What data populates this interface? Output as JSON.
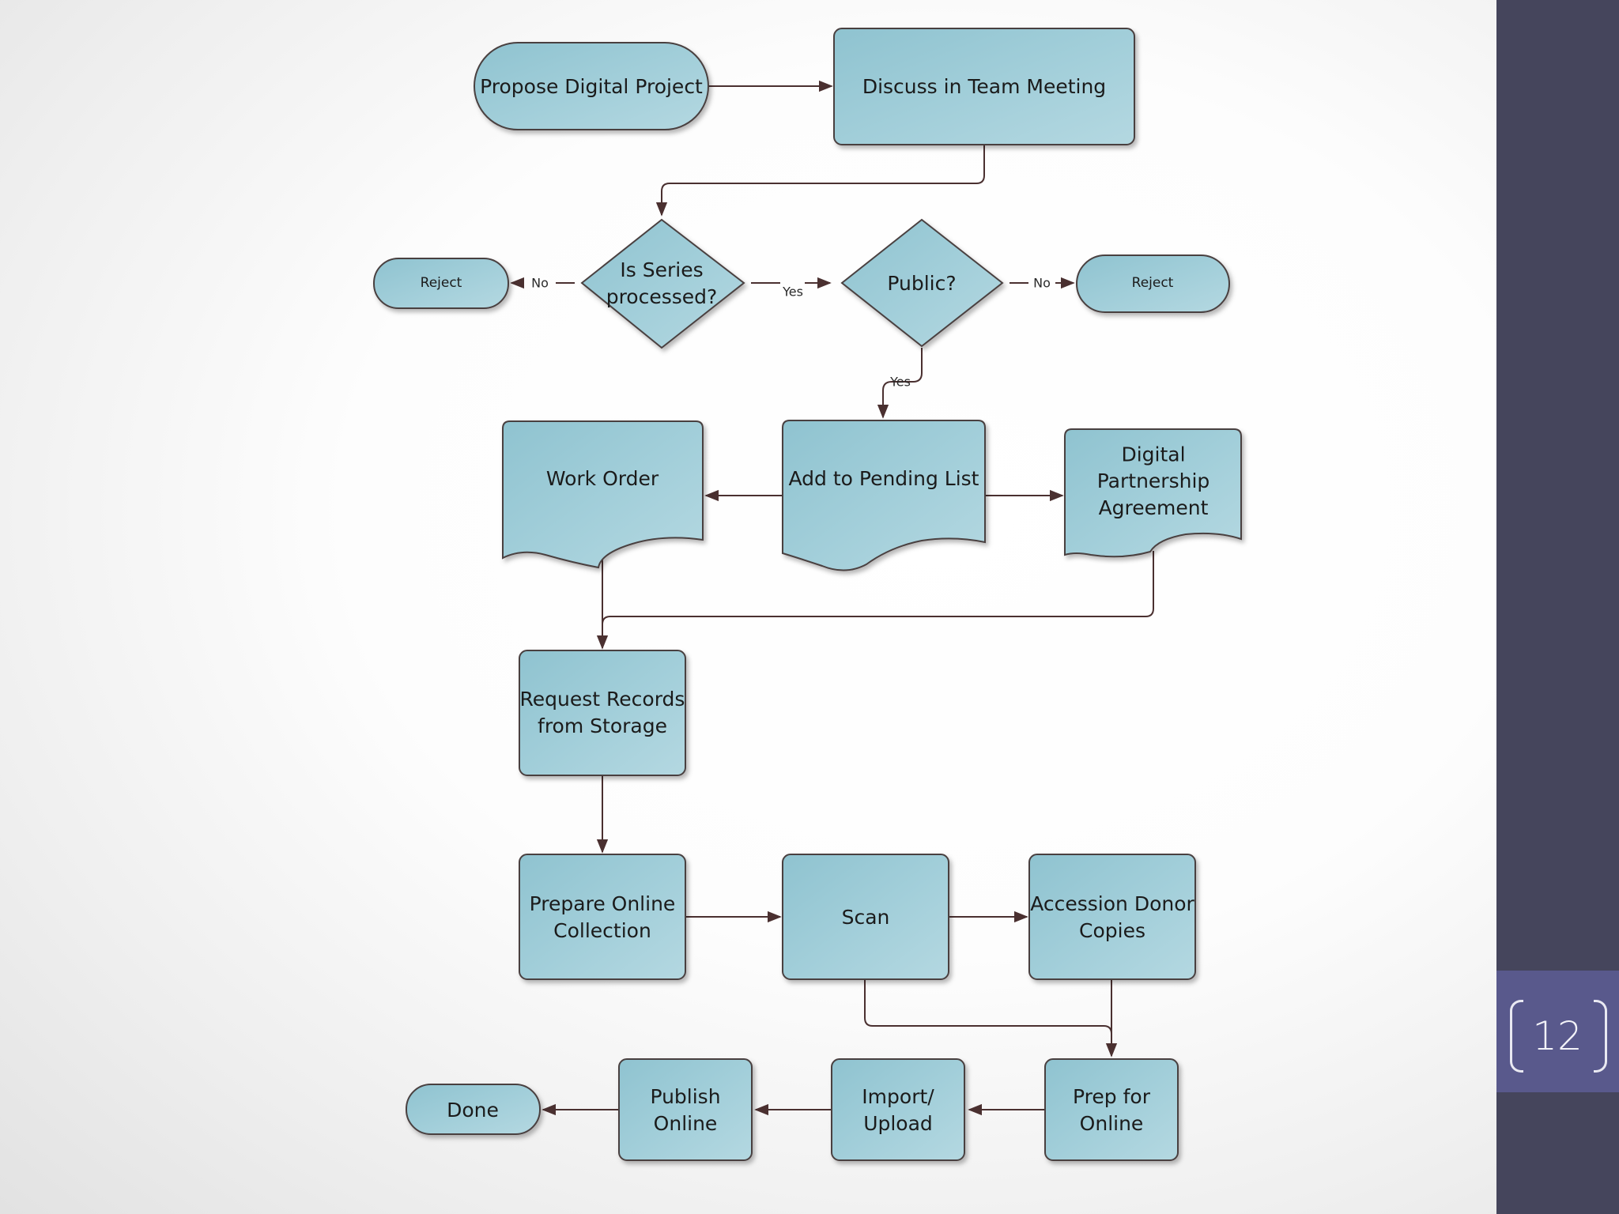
{
  "colors": {
    "node_fill_light": "#a9d3dd",
    "node_fill_dark": "#8fc3d0",
    "node_stroke": "#4a3f3f",
    "connector": "#4a3030",
    "sidebar": "#45455c",
    "page_tab": "#59598c"
  },
  "slide": {
    "page_number": "12"
  },
  "nodes": {
    "propose": [
      "Propose Digital Project"
    ],
    "discuss": [
      "Discuss in Team Meeting"
    ],
    "series": [
      "Is Series",
      "processed?"
    ],
    "reject_left": [
      "Reject"
    ],
    "public": [
      "Public?"
    ],
    "reject_right": [
      "Reject"
    ],
    "work_order": [
      "Work Order"
    ],
    "pending": [
      "Add to Pending List"
    ],
    "partnership": [
      "Digital",
      "Partnership",
      "Agreement"
    ],
    "request": [
      "Request Records",
      "from Storage"
    ],
    "prepare": [
      "Prepare Online",
      "Collection"
    ],
    "scan": [
      "Scan"
    ],
    "accession": [
      "Accession Donor",
      "Copies"
    ],
    "prep": [
      "Prep for",
      "Online"
    ],
    "import": [
      "Import/",
      "Upload"
    ],
    "publish": [
      "Publish",
      "Online"
    ],
    "done": [
      "Done"
    ]
  },
  "edge_labels": {
    "series_no": "No",
    "series_yes": "Yes",
    "public_no": "No",
    "public_yes": "Yes"
  }
}
